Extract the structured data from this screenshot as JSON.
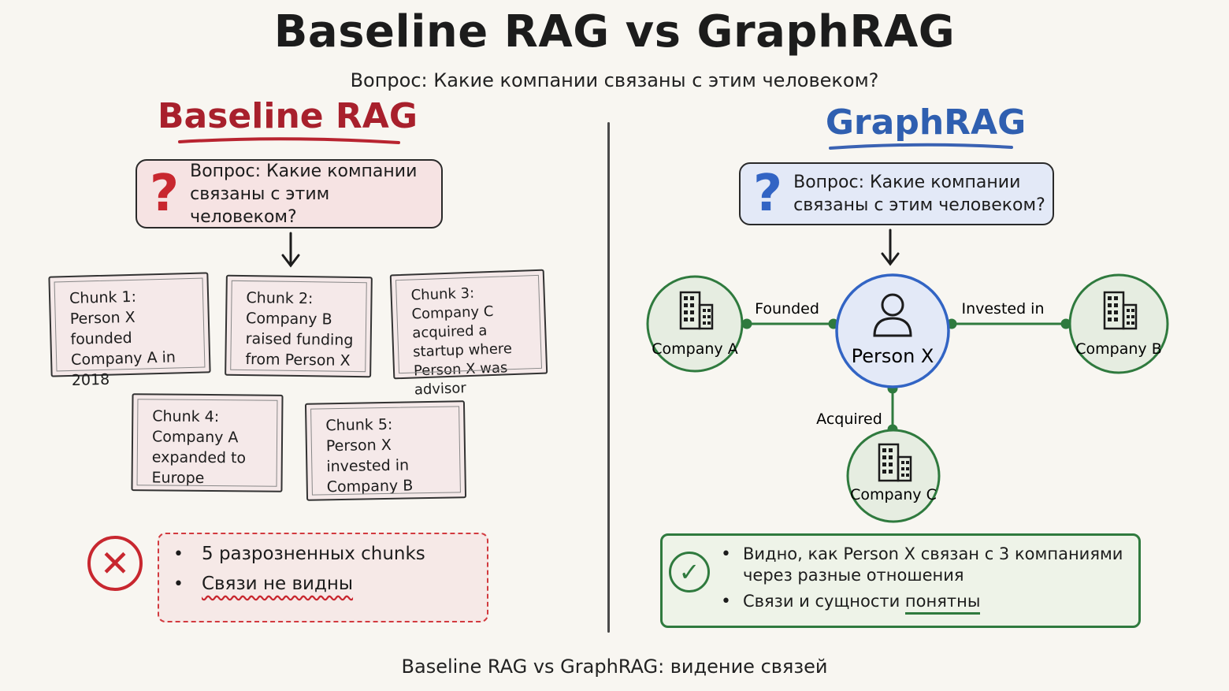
{
  "title": "Baseline RAG vs GraphRAG",
  "question": "Вопрос: Какие компании связаны с этим человеком?",
  "left": {
    "heading": "Baseline RAG",
    "question_box": {
      "mark": "?",
      "line1": "Вопрос: Какие компании",
      "line2": "связаны с этим человеком?"
    },
    "chunks": [
      {
        "title": "Chunk 1:",
        "text": "Person X founded Company A in 2018"
      },
      {
        "title": "Chunk 2:",
        "text": "Company B raised funding from Person X"
      },
      {
        "title": "Chunk 3:",
        "text": "Company C acquired a startup where Person X was advisor"
      },
      {
        "title": "Chunk 4:",
        "text": "Company A expanded to Europe"
      },
      {
        "title": "Chunk 5:",
        "text": "Person X invested in Company B"
      }
    ],
    "result_icon": "✕",
    "result_items": [
      "5 разрозненных chunks",
      "Связи не видны"
    ]
  },
  "right": {
    "heading": "GraphRAG",
    "question_box": {
      "mark": "?",
      "line1": "Вопрос: Какие компании",
      "line2": "связаны с этим человеком?"
    },
    "graph": {
      "center": "Person X",
      "nodes": [
        "Company A",
        "Company B",
        "Company C"
      ],
      "edges": [
        "Founded",
        "Invested in",
        "Acquired"
      ]
    },
    "result_icon": "✓",
    "result_items": [
      {
        "line1": "Видно, как Person X связан с 3 компаниями",
        "line2": "через разные отношения"
      },
      {
        "pre": "Связи и сущности ",
        "emph": "понятны"
      }
    ]
  },
  "caption": "Baseline RAG vs GraphRAG: видение связей",
  "colors": {
    "red": "#c8272f",
    "blue": "#3264c4",
    "green": "#2f7a3e",
    "background": "#f8f6f1"
  }
}
